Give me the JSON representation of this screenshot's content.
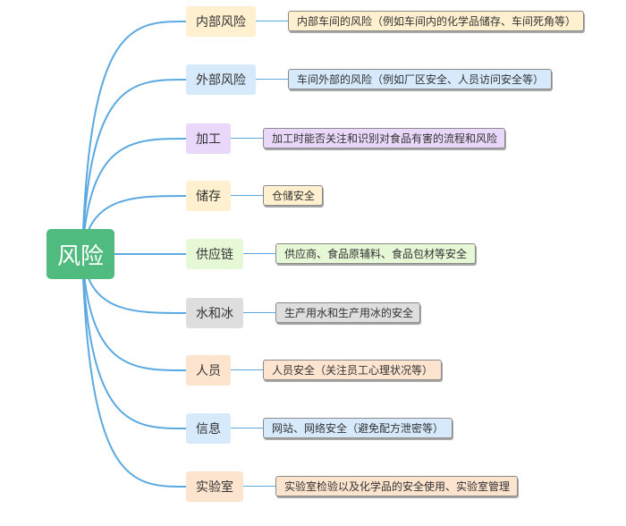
{
  "root": {
    "label": "风险",
    "color": "#4fbb7e"
  },
  "link_color": "#5aa9e0",
  "branches": [
    {
      "key": "internal",
      "label": "内部风险",
      "bg": "#fff1cf",
      "leaf": {
        "text": "内部车间的风险（例如车间内的化学品储存、车间死角等）",
        "bg": "#fff1cf"
      }
    },
    {
      "key": "external",
      "label": "外部风险",
      "bg": "#d6eafc",
      "leaf": {
        "text": "车间外部的风险（例如厂区安全、人员访问安全等）",
        "bg": "#d6eafc"
      }
    },
    {
      "key": "processing",
      "label": "加工",
      "bg": "#e9d8f9",
      "leaf": {
        "text": "加工时能否关注和识别对食品有害的流程和风险",
        "bg": "#e9d8f9"
      }
    },
    {
      "key": "storage",
      "label": "储存",
      "bg": "#fff1cf",
      "leaf": {
        "text": "仓储安全",
        "bg": "#fff1cf"
      }
    },
    {
      "key": "supply-chain",
      "label": "供应链",
      "bg": "#e6f8d6",
      "leaf": {
        "text": "供应商、食品原辅料、食品包材等安全",
        "bg": "#e6f8d6"
      }
    },
    {
      "key": "water-ice",
      "label": "水和冰",
      "bg": "#dedede",
      "leaf": {
        "text": "生产用水和生产用冰的安全",
        "bg": "#dedede"
      }
    },
    {
      "key": "personnel",
      "label": "人员",
      "bg": "#fde4cf",
      "leaf": {
        "text": "人员安全（关注员工心理状况等）",
        "bg": "#fde4cf"
      }
    },
    {
      "key": "information",
      "label": "信息",
      "bg": "#d6eafc",
      "leaf": {
        "text": "网站、网络安全（避免配方泄密等）",
        "bg": "#d6eafc"
      }
    },
    {
      "key": "laboratory",
      "label": "实验室",
      "bg": "#fde4cf",
      "leaf": {
        "text": "实验室检验以及化学品的安全使用、实验室管理",
        "bg": "#fde4cf"
      }
    }
  ]
}
